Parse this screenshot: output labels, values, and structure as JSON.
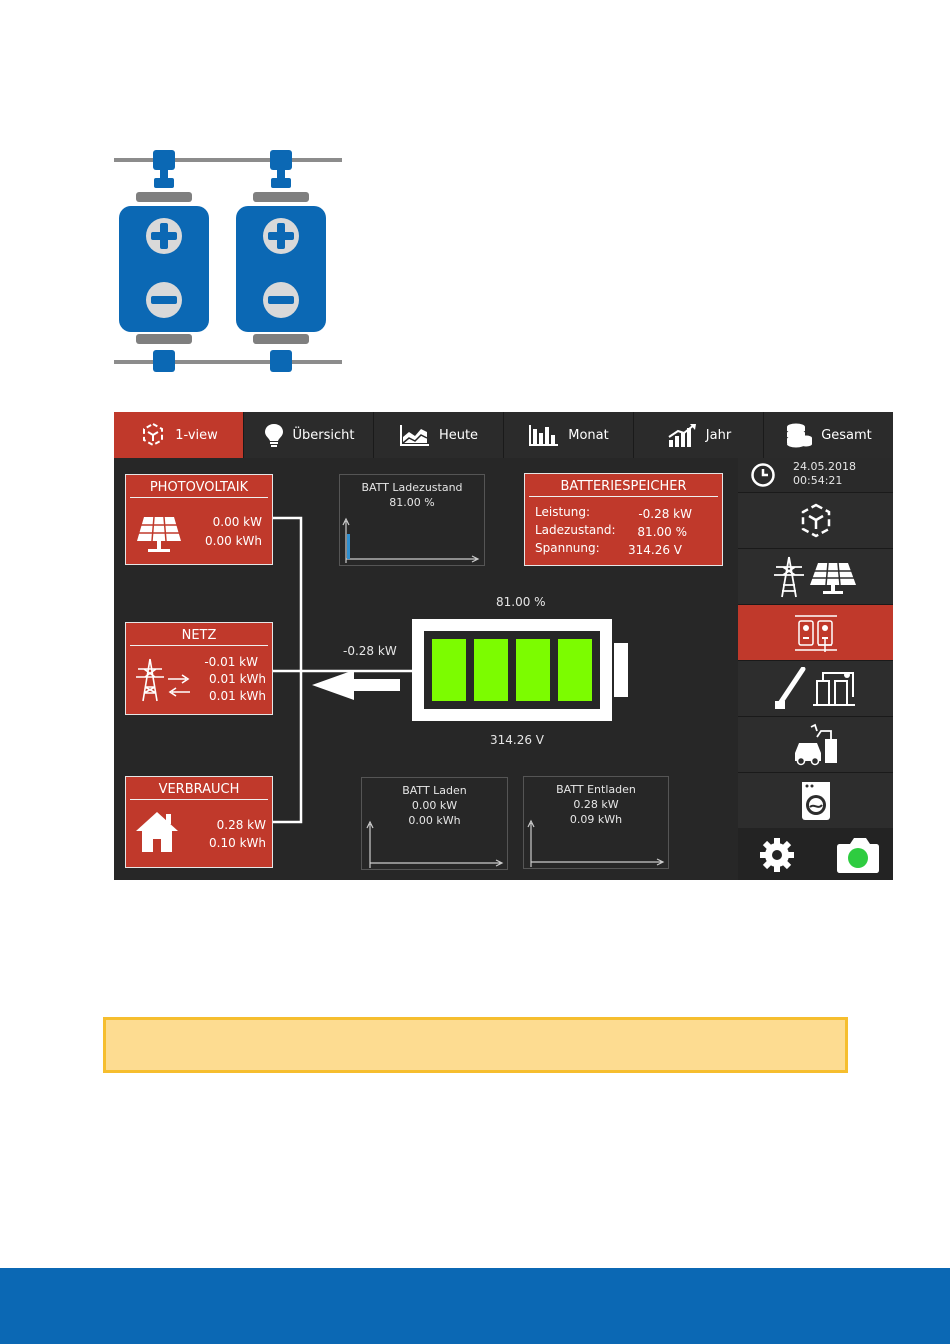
{
  "tabs": [
    {
      "label": "1-view",
      "icon": "cube-icon",
      "active": true
    },
    {
      "label": "Übersicht",
      "icon": "lightbulb-icon",
      "active": false
    },
    {
      "label": "Heute",
      "icon": "area-chart-icon",
      "active": false
    },
    {
      "label": "Monat",
      "icon": "bar-chart-icon",
      "active": false
    },
    {
      "label": "Jahr",
      "icon": "growth-chart-icon",
      "active": false
    },
    {
      "label": "Gesamt",
      "icon": "coins-icon",
      "active": false
    }
  ],
  "photovoltaik": {
    "title": "PHOTOVOLTAIK",
    "power": "0.00 kW",
    "energy": "0.00 kWh"
  },
  "netz": {
    "title": "NETZ",
    "power": "-0.01 kW",
    "import": "0.01 kWh",
    "export": "0.01 kWh"
  },
  "verbrauch": {
    "title": "VERBRAUCH",
    "power": "0.28 kW",
    "energy": "0.10 kWh"
  },
  "ladezustand_chart": {
    "title": "BATT Ladezustand",
    "value": "81.00 %"
  },
  "batteriespeicher": {
    "title": "BATTERIESPEICHER",
    "rows": [
      {
        "label": "Leistung:",
        "value": "-0.28 kW"
      },
      {
        "label": "Ladezustand:",
        "value": "81.00 %"
      },
      {
        "label": "Spannung:",
        "value": "314.26 V"
      }
    ]
  },
  "battery": {
    "soc_label": "81.00 %",
    "flow_label": "-0.28 kW",
    "voltage_label": "314.26 V",
    "fill_fraction": 1.0,
    "segments": 4,
    "fill_color": "#7cfc00"
  },
  "batt_laden": {
    "title": "BATT Laden",
    "power": "0.00 kW",
    "energy": "0.00 kWh"
  },
  "batt_entladen": {
    "title": "BATT Entladen",
    "power": "0.28 kW",
    "energy": "0.09 kWh"
  },
  "clock": {
    "date": "24.05.2018",
    "time": "00:54:21"
  },
  "sidebar": [
    {
      "name": "cube-icon",
      "active": false
    },
    {
      "name": "pylon-solar-icon",
      "active": false
    },
    {
      "name": "battery-storage-icon",
      "active": true
    },
    {
      "name": "heater-icon",
      "active": false
    },
    {
      "name": "ev-charger-icon",
      "active": false
    },
    {
      "name": "washing-machine-icon",
      "active": false
    }
  ],
  "colors": {
    "accent": "#c0392b",
    "brand_blue": "#0b68b4",
    "status_green": "#2ecc40",
    "notice_bg": "#fddc91",
    "notice_border": "#f6be2e"
  }
}
